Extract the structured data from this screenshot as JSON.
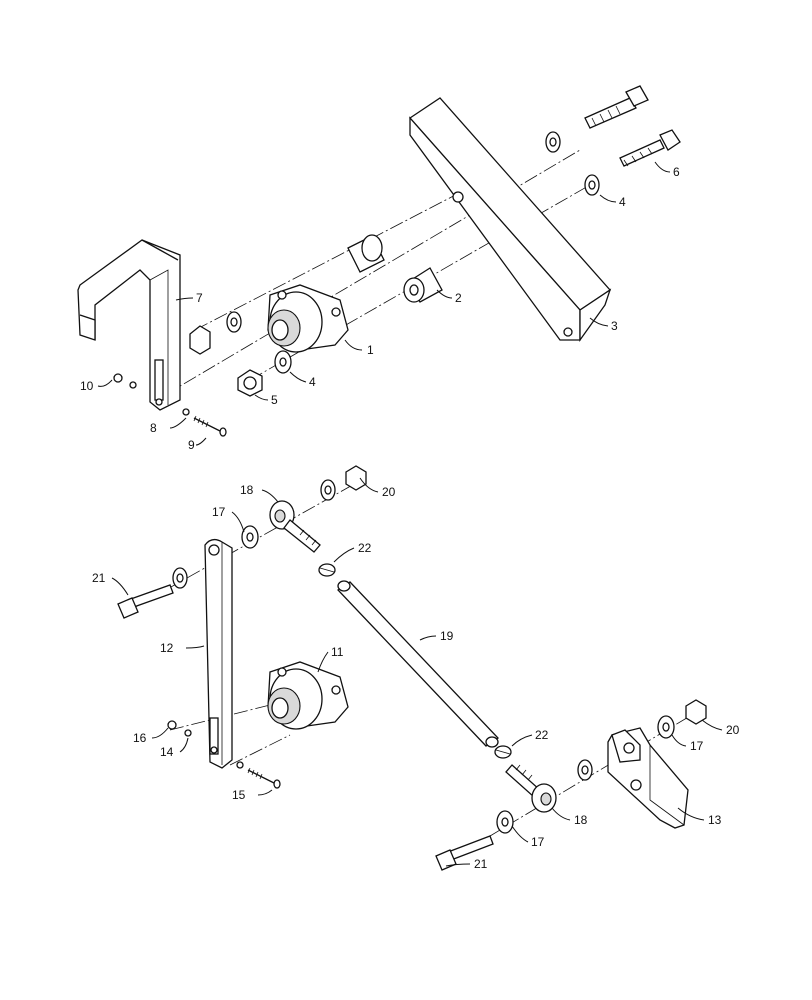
{
  "callouts": [
    {
      "id": "c1",
      "text": "1"
    },
    {
      "id": "c2",
      "text": "2"
    },
    {
      "id": "c3",
      "text": "3"
    },
    {
      "id": "c4a",
      "text": "4"
    },
    {
      "id": "c4b",
      "text": "4"
    },
    {
      "id": "c5",
      "text": "5"
    },
    {
      "id": "c6",
      "text": "6"
    },
    {
      "id": "c7",
      "text": "7"
    },
    {
      "id": "c8",
      "text": "8"
    },
    {
      "id": "c9",
      "text": "9"
    },
    {
      "id": "c10",
      "text": "10"
    },
    {
      "id": "c11",
      "text": "11"
    },
    {
      "id": "c12",
      "text": "12"
    },
    {
      "id": "c13",
      "text": "13"
    },
    {
      "id": "c14",
      "text": "14"
    },
    {
      "id": "c15",
      "text": "15"
    },
    {
      "id": "c16",
      "text": "16"
    },
    {
      "id": "c17a",
      "text": "17"
    },
    {
      "id": "c17b",
      "text": "17"
    },
    {
      "id": "c17c",
      "text": "17"
    },
    {
      "id": "c18a",
      "text": "18"
    },
    {
      "id": "c18b",
      "text": "18"
    },
    {
      "id": "c19",
      "text": "19"
    },
    {
      "id": "c20a",
      "text": "20"
    },
    {
      "id": "c20b",
      "text": "20"
    },
    {
      "id": "c21a",
      "text": "21"
    },
    {
      "id": "c21b",
      "text": "21"
    },
    {
      "id": "c22a",
      "text": "22"
    },
    {
      "id": "c22b",
      "text": "22"
    }
  ]
}
